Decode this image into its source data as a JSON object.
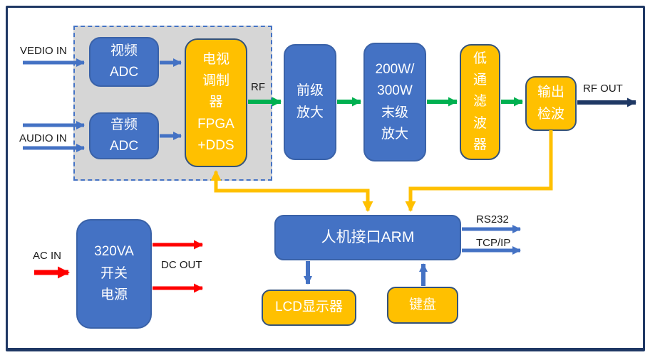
{
  "colors": {
    "block_blue": "#4472C4",
    "block_yellow": "#FFC000",
    "arrow_blue": "#4472C4",
    "arrow_green": "#00B050",
    "arrow_red": "#FF0000",
    "arrow_navy": "#1F3864",
    "wire_yellow": "#FFC000",
    "panel_gray": "#D6D6D6",
    "frame_navy": "#1F3864"
  },
  "inputs": {
    "vedio_in": "VEDIO IN",
    "audio_in": "AUDIO IN",
    "ac_in": "AC IN"
  },
  "outputs": {
    "rf": "RF",
    "rf_out": "RF OUT",
    "rs232": "RS232",
    "tcpip": "TCP/IP",
    "dc_out": "DC OUT"
  },
  "blocks": {
    "video_adc": {
      "label": "视频\nADC"
    },
    "audio_adc": {
      "label": "音频\nADC"
    },
    "modulator": {
      "label": "电视\n调制\n器\nFPGA\n+DDS"
    },
    "pre_amp": {
      "label": "前级\n放大"
    },
    "final_amp": {
      "label": "200W/\n300W\n末级\n放大"
    },
    "low_pass_filter": {
      "label": "低\n通\n滤\n波\n器"
    },
    "output_detector": {
      "label": "输出\n检波"
    },
    "arm_interface": {
      "label": "人机接口ARM"
    },
    "lcd_display": {
      "label": "LCD显示器"
    },
    "keyboard": {
      "label": "键盘"
    },
    "power_supply": {
      "label": "320VA\n开关\n电源"
    }
  }
}
